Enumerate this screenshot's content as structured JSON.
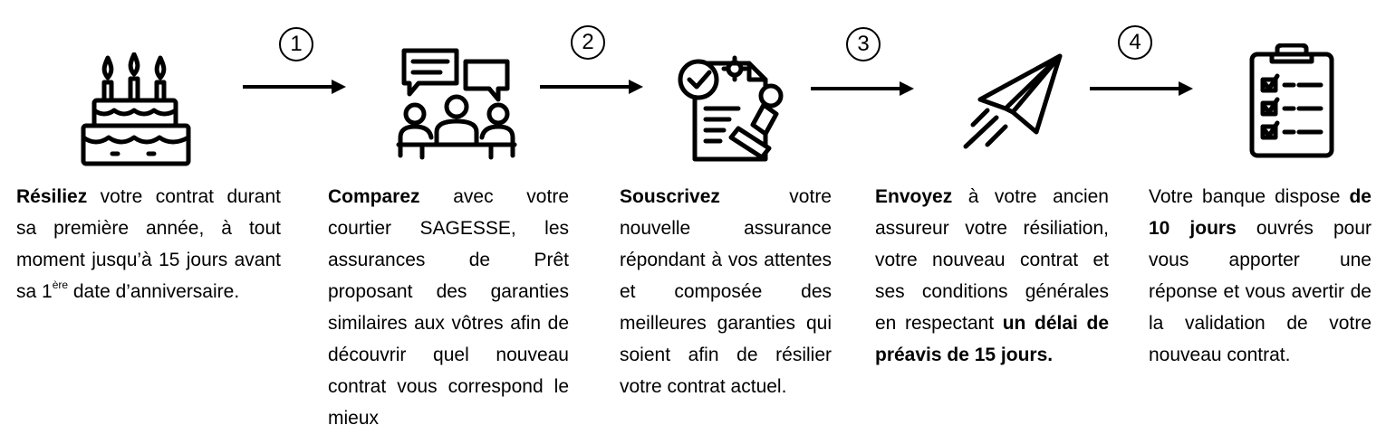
{
  "steps": [
    {
      "icon": "birthday-cake-icon",
      "text": {
        "bold": "Résiliez",
        "rest": " votre contrat durant sa première année, à tout moment jusqu’à 15 jours avant sa 1",
        "sup": "ère",
        "tail": " date d’anniversaire."
      }
    },
    {
      "icon": "meeting-discussion-icon",
      "text": {
        "bold": "Comparez",
        "rest": " avec votre courtier SAGESSE, les assurances de Prêt proposant des garanties similaires aux vôtres afin de découvrir quel nouveau contrat vous correspond le mieux"
      }
    },
    {
      "icon": "contract-stamp-icon",
      "text": {
        "bold": "Souscrivez",
        "rest": " votre nouvelle assurance répondant à vos attentes et composée des meilleures garanties qui soient afin de résilier votre contrat actuel."
      }
    },
    {
      "icon": "paper-plane-icon",
      "text": {
        "bold": "Envoyez",
        "rest": " à votre ancien assureur votre résiliation, votre nouveau contrat et ses conditions générales en respectant ",
        "bold2": "un délai de préavis de 15 jours."
      }
    },
    {
      "icon": "clipboard-checklist-icon",
      "text": {
        "pre": "Votre banque dispose ",
        "bold": "de 10 jours",
        "rest": " ouvrés pour vous apporter une réponse et vous avertir de la validation de votre nouveau contrat."
      }
    }
  ],
  "arrows": [
    {
      "number": "1"
    },
    {
      "number": "2"
    },
    {
      "number": "3"
    },
    {
      "number": "4"
    }
  ]
}
